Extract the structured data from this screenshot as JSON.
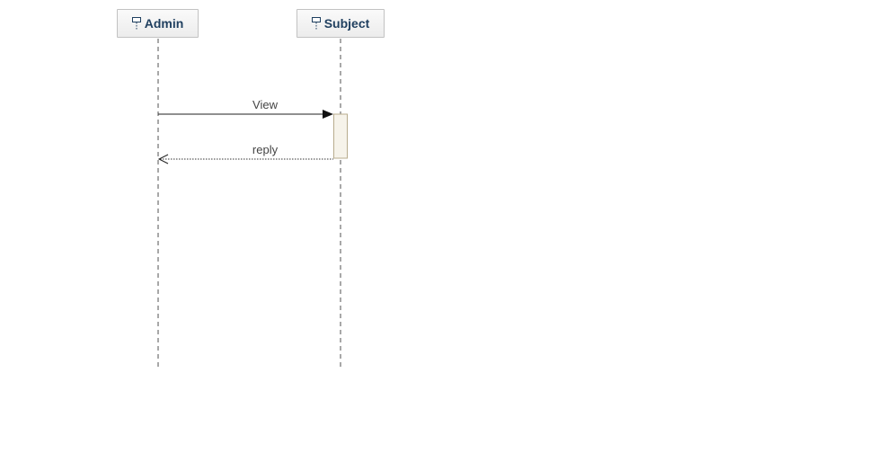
{
  "lifelines": [
    {
      "name": "Admin",
      "icon": "lifeline-icon"
    },
    {
      "name": "Subject",
      "icon": "lifeline-icon"
    }
  ],
  "messages": [
    {
      "label": "View",
      "from": "Admin",
      "to": "Subject",
      "kind": "synchronous-call"
    },
    {
      "label": "reply",
      "from": "Subject",
      "to": "Admin",
      "kind": "return"
    }
  ],
  "colors": {
    "lifeline_text": "#1f3f5f",
    "lifeline_line": "#8c8c8c",
    "activation_fill": "#f6f3ea",
    "activation_border": "#b8ac8e",
    "message_line": "#222222"
  }
}
